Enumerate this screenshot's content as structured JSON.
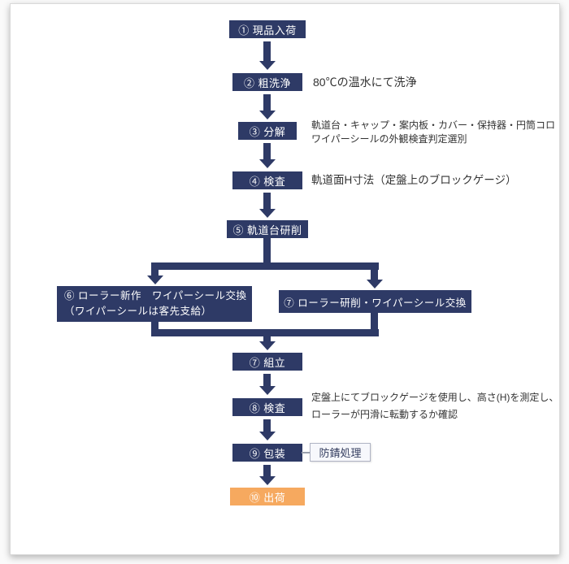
{
  "flow": {
    "receive": {
      "label": "① 現品入荷"
    },
    "rough_wash": {
      "label": "② 粗洗浄",
      "note": "80℃の温水にて洗浄"
    },
    "disassembly": {
      "label": "③ 分解",
      "note1": "軌道台・キャップ・案内板・カバー・保持器・円筒コロ",
      "note2": "ワイパーシールの外観検査判定選別"
    },
    "inspection1": {
      "label": "④ 検査",
      "note": "軌道面H寸法（定盤上のブロックゲージ）"
    },
    "rail_grinding": {
      "label": "⑤ 軌道台研削"
    },
    "roller_new": {
      "line1": "⑥ ローラー新作　ワイパーシール交換",
      "line2": "（ワイパーシールは客先支給）"
    },
    "roller_regrind": {
      "label": "⑦ ローラー研削・ワイパーシール交換"
    },
    "assembly": {
      "label": "⑦ 組立"
    },
    "inspection2": {
      "label": "⑧ 検査",
      "note1": "定盤上にてブロックゲージを使用し、高さ(H)を測定し、",
      "note2": "ローラーが円滑に転動するか確認"
    },
    "packaging": {
      "label": "⑨ 包装",
      "side": "防錆処理"
    },
    "shipping": {
      "label": "⑩ 出荷"
    }
  },
  "colors": {
    "node_navy": "#2e3a66",
    "shipping_orange": "#f6a95f",
    "note_text": "#333333"
  }
}
